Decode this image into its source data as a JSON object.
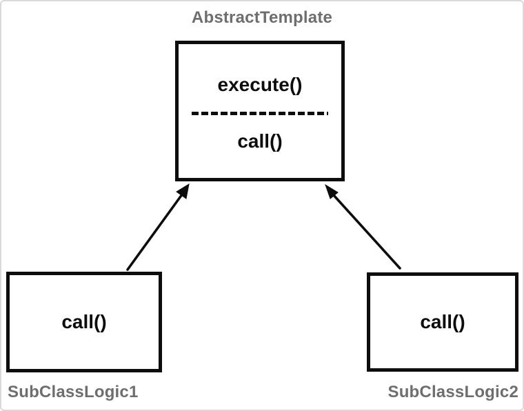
{
  "diagram": {
    "type": "uml-class-diagram",
    "abstract_class": {
      "label": "AbstractTemplate",
      "methods": [
        "execute()",
        "call()"
      ]
    },
    "subclasses": [
      {
        "label": "SubClassLogic1",
        "methods": [
          "call()"
        ]
      },
      {
        "label": "SubClassLogic2",
        "methods": [
          "call()"
        ]
      }
    ],
    "relations": [
      {
        "from": "SubClassLogic1",
        "to": "AbstractTemplate",
        "style": "solid-line-filled-arrowhead"
      },
      {
        "from": "SubClassLogic2",
        "to": "AbstractTemplate",
        "style": "solid-line-filled-arrowhead"
      }
    ],
    "colors": {
      "label_gray": "#6e6e6e",
      "stroke_black": "#0d0d0d",
      "frame_border": "#d9d9d9",
      "background": "#ffffff"
    }
  }
}
